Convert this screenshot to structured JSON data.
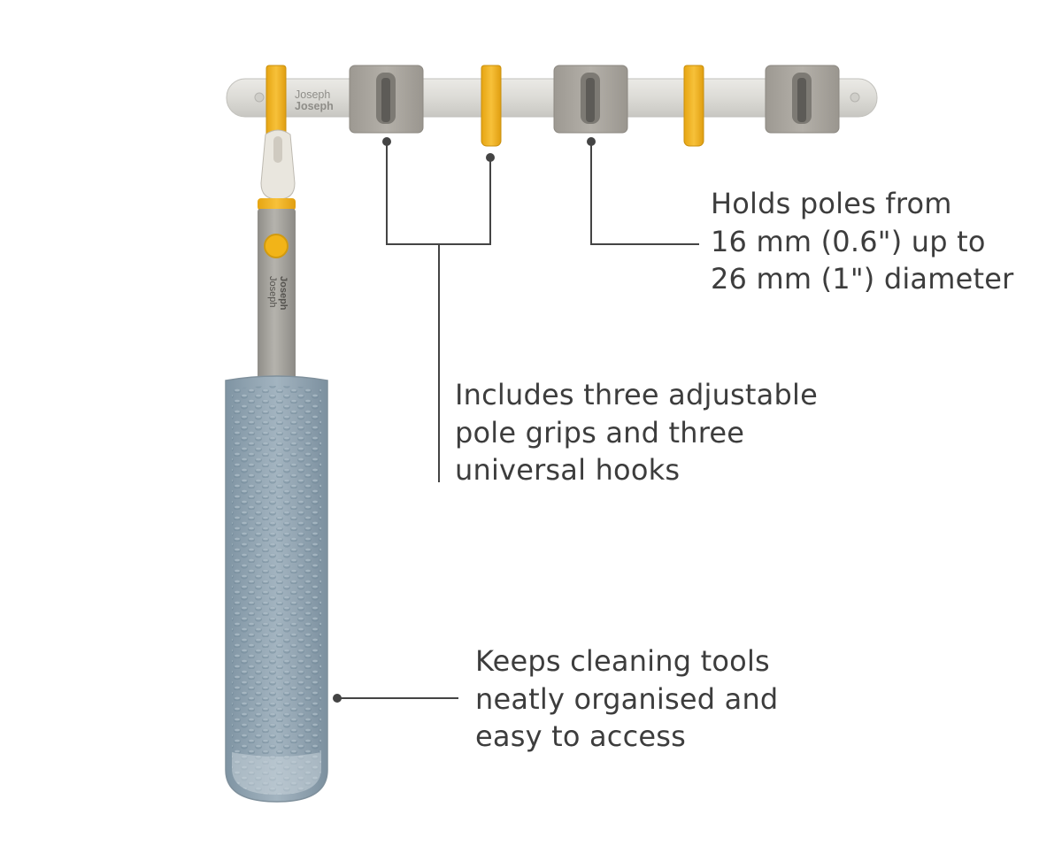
{
  "brand": {
    "logo_text": [
      "Joseph",
      "Joseph"
    ]
  },
  "colors": {
    "rail": "#dddcd7",
    "grip": "#a7a39c",
    "hook": "#f2b418",
    "handle": "#a9a7a1",
    "sleeve": "#95a8b6",
    "text": "#3d3d3d",
    "leader": "#444444"
  },
  "callouts": [
    {
      "lines": [
        "Holds poles from",
        "16 mm (0.6\") up to",
        "26 mm (1\") diameter"
      ]
    },
    {
      "lines": [
        "Includes three adjustable",
        "pole grips and three",
        "universal hooks"
      ]
    },
    {
      "lines": [
        "Keeps cleaning tools",
        "neatly organised and",
        "easy to access"
      ]
    }
  ]
}
